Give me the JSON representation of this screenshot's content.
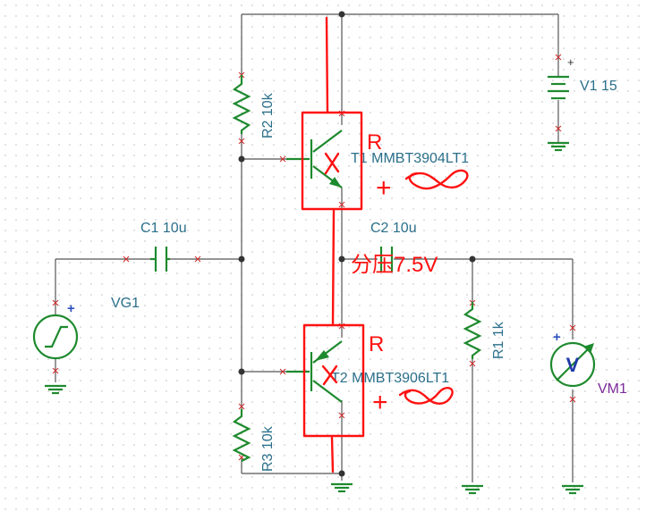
{
  "colors": {
    "wire": "#555555",
    "component": "#1e8a2e",
    "label": "#2a6f8a",
    "meter_label": "#7a2a9a",
    "meter_symbol": "#1f3aa8",
    "annotation": "#ff1111"
  },
  "components": {
    "r2": {
      "label": "R2 10k"
    },
    "r3": {
      "label": "R3 10k"
    },
    "r1": {
      "label": "R1 1k"
    },
    "c1": {
      "label": "C1 10u"
    },
    "c2": {
      "label": "C2 10u"
    },
    "t1": {
      "label": "T1 MMBT3904LT1"
    },
    "t2": {
      "label": "T2 MMBT3906LT1"
    },
    "v1": {
      "label": "V1 15",
      "plus": "+"
    },
    "vg1": {
      "label": "VG1",
      "plus": "+"
    },
    "vm1": {
      "label": "VM1",
      "plus": "+",
      "symbol": "V"
    }
  },
  "annotations": {
    "t1_mark": "R",
    "t2_mark": "R",
    "t1_plus": "+",
    "t2_plus": "+",
    "voltage_note": "分压7.5V"
  }
}
